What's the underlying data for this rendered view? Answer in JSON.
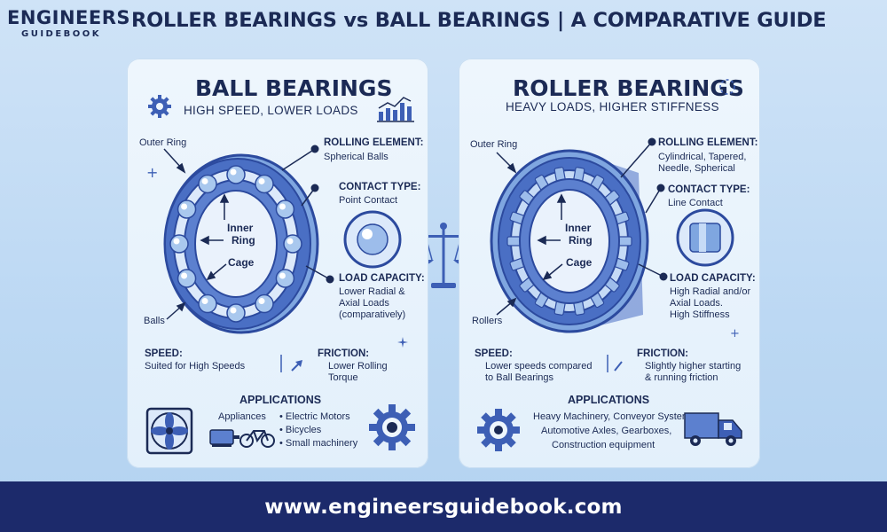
{
  "header": {
    "logo_main": "ENGINEERS",
    "logo_sub": "GUIDEBOOK",
    "title": "ROLLER BEARINGS vs BALL BEARINGS | A COMPARATIVE GUIDE"
  },
  "ball": {
    "title": "BALL BEARINGS",
    "subtitle": "HIGH SPEED, LOWER LOADS",
    "outer_ring": "Outer Ring",
    "inner_ring_1": "Inner",
    "inner_ring_2": "Ring",
    "cage": "Cage",
    "balls": "Balls",
    "rolling_element_label": "ROLLING ELEMENT:",
    "rolling_element_value": "Spherical Balls",
    "contact_type_label": "CONTACT TYPE:",
    "contact_type_value": "Point Contact",
    "load_capacity_label": "LOAD CAPACITY:",
    "load_capacity_value_1": "Lower Radial &",
    "load_capacity_value_2": "Axial Loads",
    "load_capacity_value_3": "(comparatively)",
    "speed_label": "SPEED:",
    "speed_value": "Suited for High Speeds",
    "friction_label": "FRICTION:",
    "friction_value_1": "Lower Rolling",
    "friction_value_2": "Torque",
    "applications_label": "APPLICATIONS",
    "applications": [
      "Appliances",
      "• Electric Motors",
      "• Bicycles",
      "• Small machinery"
    ]
  },
  "roller": {
    "title": "ROLLER BEARINGS",
    "subtitle": "HEAVY LOADS, HIGHER STIFFNESS",
    "outer_ring": "Outer Ring",
    "inner_ring_1": "Inner",
    "inner_ring_2": "Ring",
    "cage": "Cage",
    "rollers": "Rollers",
    "rolling_element_label": "ROLLING ELEMENT:",
    "rolling_element_value_1": "Cylindrical, Tapered,",
    "rolling_element_value_2": "Needle, Spherical",
    "contact_type_label": "CONTACT TYPE:",
    "contact_type_value": "Line Contact",
    "load_capacity_label": "LOAD CAPACITY:",
    "load_capacity_value_1": "High Radial and/or",
    "load_capacity_value_2": "Axial Loads.",
    "load_capacity_value_3": "High Stiffness",
    "speed_label": "SPEED:",
    "speed_value_1": "Lower speeds compared",
    "speed_value_2": "to Ball Bearings",
    "friction_label": "FRICTION:",
    "friction_value_1": "Slightly higher starting",
    "friction_value_2": "& running friction",
    "applications_label": "APPLICATIONS",
    "applications_1": "Heavy Machinery, Conveyor Systems,",
    "applications_2": "Automotive Axles, Gearboxes,",
    "applications_3": "Construction equipment"
  },
  "footer": {
    "url": "www.engineersguidebook.com"
  },
  "colors": {
    "navy": "#1b2a55",
    "footer": "#1c2a6b",
    "ring_blue": "#3d5fb5",
    "light_blue": "#a9c8ee"
  }
}
